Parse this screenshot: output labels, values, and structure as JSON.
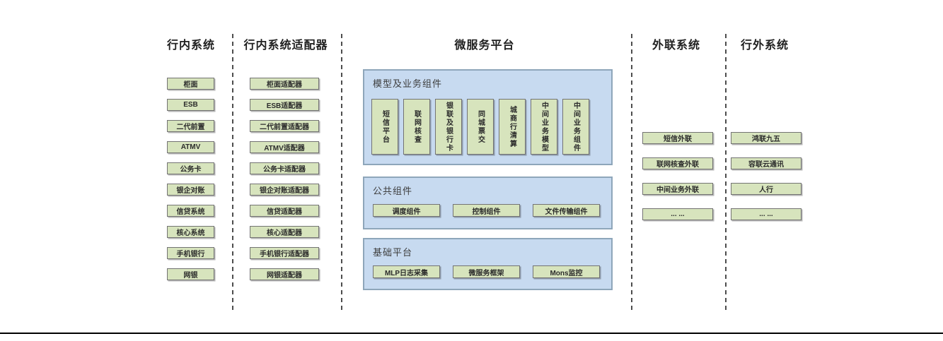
{
  "colors": {
    "green_fill": "#d7e4bd",
    "green_border": "#737373",
    "blue_fill": "#c7daf0",
    "blue_border": "#8ea6ba",
    "separator": "#4d4d4d"
  },
  "sections": {
    "internal": {
      "title": "行内系统",
      "boxes": [
        "柜面",
        "ESB",
        "二代前置",
        "ATMV",
        "公务卡",
        "银企对账",
        "信贷系统",
        "核心系统",
        "手机银行",
        "网银"
      ]
    },
    "adapters": {
      "title": "行内系统适配器",
      "boxes": [
        "柜面适配器",
        "ESB适配器",
        "二代前置适配器",
        "ATMV适配器",
        "公务卡适配器",
        "银企对账适配器",
        "信贷适配器",
        "核心适配器",
        "手机银行适配器",
        "网银适配器"
      ]
    },
    "platform": {
      "title": "微服务平台",
      "groups": [
        {
          "title": "模型及业务组件",
          "boxes": [
            "短信平台",
            "联网核查",
            "银联及银行卡",
            "同城票交",
            "城商行清算",
            "中间业务模型",
            "中间业务组件"
          ]
        },
        {
          "title": "公共组件",
          "boxes": [
            "调度组件",
            "控制组件",
            "文件传输组件"
          ]
        },
        {
          "title": "基础平台",
          "boxes": [
            "MLP日志采集",
            "微服务框架",
            "Mons监控"
          ]
        }
      ]
    },
    "external": {
      "title": "外联系统",
      "boxes": [
        "短信外联",
        "联网核查外联",
        "中间业务外联",
        "... ..."
      ]
    },
    "outside": {
      "title": "行外系统",
      "boxes": [
        "鸿联九五",
        "容联云通讯",
        "人行",
        "... ..."
      ]
    }
  }
}
